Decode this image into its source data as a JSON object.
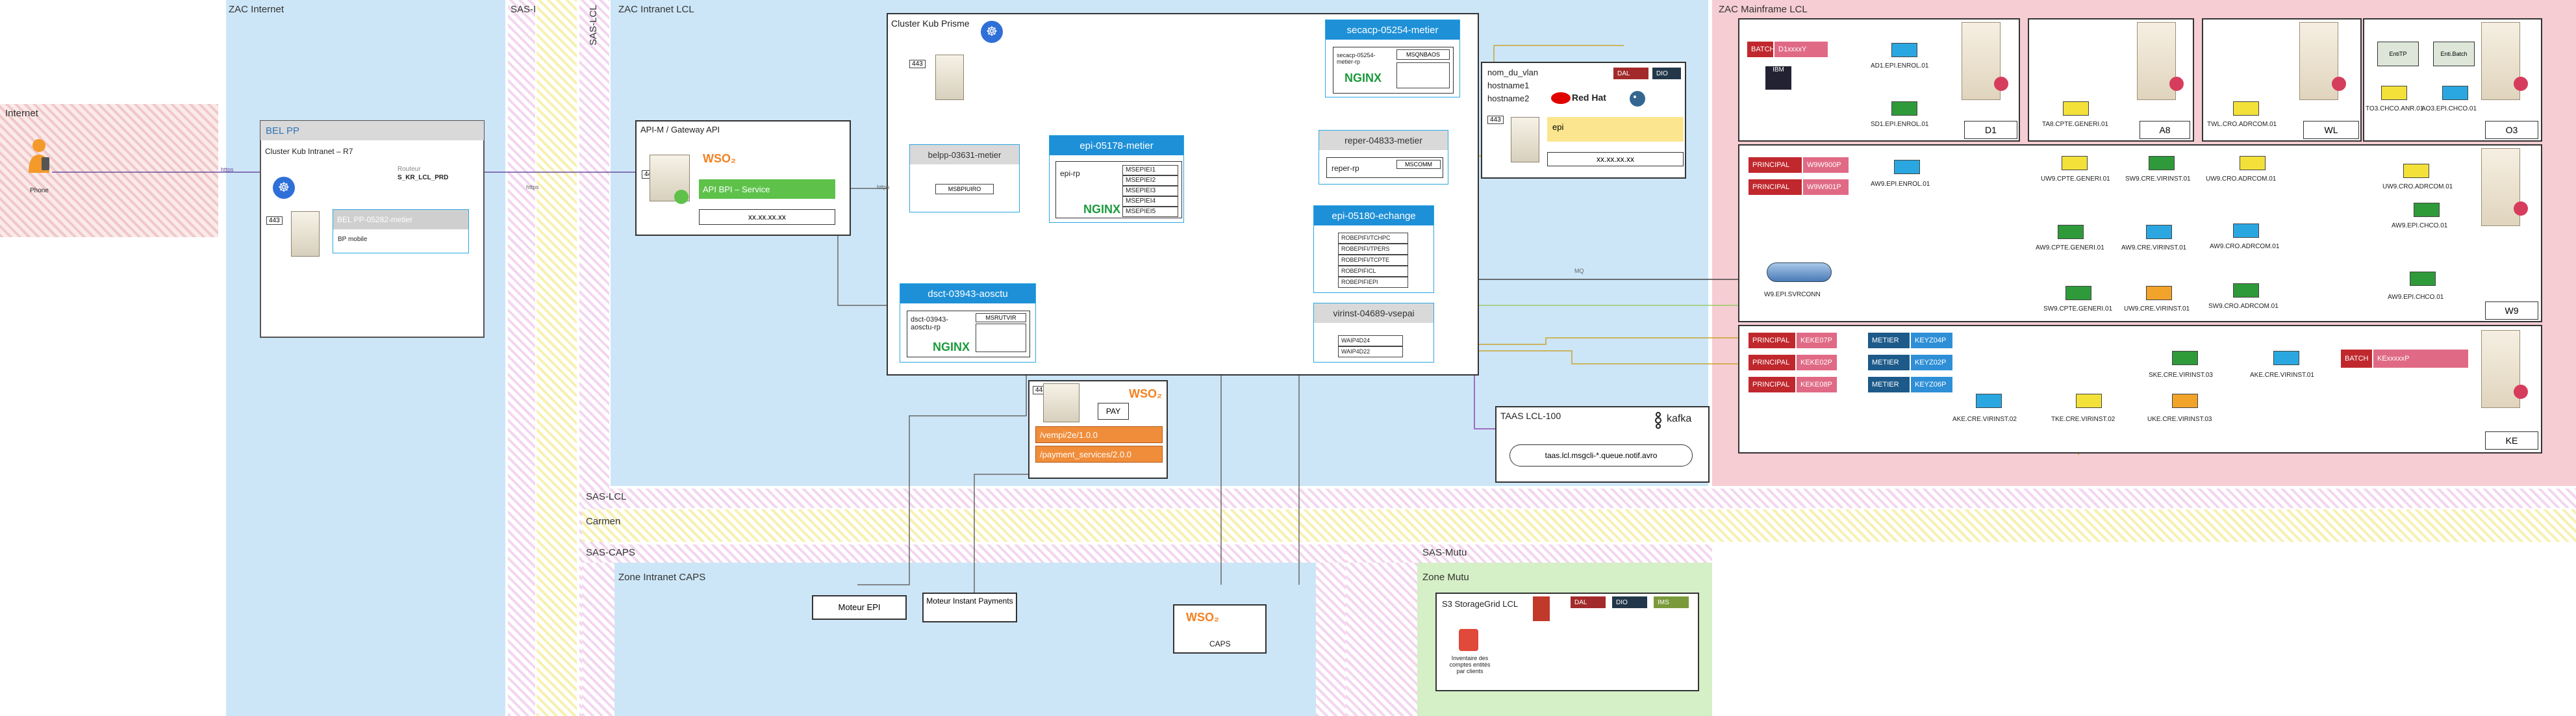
{
  "zones": {
    "internet": "Internet",
    "zac_internet": "ZAC Internet",
    "sas_i": "SAS-I",
    "sas_lcl_vertical": "SAS-LCL",
    "zac_intranet_lcl": "ZAC Intranet LCL",
    "zac_mainframe": "ZAC Mainframe LCL",
    "sas_lcl_horizontal": "SAS-LCL",
    "carmen": "Carmen",
    "sas_caps": "SAS-CAPS",
    "zone_intranet_caps": "Zone Intranet CAPS",
    "sas_mutu": "SAS-Mutu",
    "zone_mutu": "Zone Mutu"
  },
  "phone": {
    "label": "Phone"
  },
  "belpp": {
    "header": "BEL PP",
    "cluster": "Cluster Kub Intranet – R7",
    "port": "443",
    "inner_header": "BEL PP-05282-metier",
    "inner_item": "BP mobile",
    "route_label": "Routeur",
    "route_value": "S_KR_LCL_PRD"
  },
  "apim": {
    "header": "API-M / Gateway API",
    "port": "443",
    "service": "API BPI – Service",
    "ip": "xx.xx.xx.xx"
  },
  "cluster_kub": {
    "header": "Cluster Kub Prisme",
    "port": "443"
  },
  "belpp_metier": {
    "header": "belpp-03631-metier",
    "item": "MSBPIUIRO"
  },
  "epi_metier": {
    "header": "epi-05178-metier",
    "rp": "epi-rp",
    "items": [
      "MSEPIEI1",
      "MSEPIEI2",
      "MSEPIEI3",
      "MSEPIEI4",
      "MSEPIEI5"
    ]
  },
  "secacp": {
    "header": "secacp-05254-metier",
    "rp": "secacp-05254-metier-rp",
    "item": "MSQNBAOS"
  },
  "reper": {
    "header": "reper-04833-metier",
    "rp": "reper-rp",
    "item": "MSCOMM"
  },
  "epi_echange": {
    "header": "epi-05180-echange",
    "items": [
      "ROBEPIFI/TCHPC",
      "ROBEPIFI/TPERS",
      "ROBEPIFI/TCPTE",
      "ROBEPIFICL",
      "ROBEPIFIEPI"
    ]
  },
  "virinst": {
    "header": "virinst-04689-vsepai",
    "items": [
      "WAIP4D24",
      "WAIP4D22"
    ]
  },
  "dsct": {
    "header": "dsct-03943-aosctu",
    "rp": "dsct-03943-aosctu-rp",
    "item": "MSRUTVIR"
  },
  "vlan": {
    "title": "nom_du_vlan",
    "host1": "hostname1",
    "host2": "hostname2",
    "redhat": "Red Hat",
    "dal": "DAL",
    "dio": "DIO",
    "port": "443",
    "epi": "epi",
    "ip": "xx.xx.xx.xx"
  },
  "wso2_pay": {
    "port": "443",
    "pay": "PAY",
    "api1": "/vempi/2e/1.0.0",
    "api2": "/payment_services/2.0.0"
  },
  "taas": {
    "title": "TAAS LCL-100",
    "kafka": "kafka",
    "topic": "taas.lcl.msgcli-*.queue.notif.avro"
  },
  "moteur_epi": "Moteur EPI",
  "moteur_ip": "Moteur Instant Payments",
  "caps": "CAPS",
  "s3": {
    "title": "S3 StorageGrid LCL",
    "dal": "DAL",
    "dio": "DIO",
    "ims": "IMS",
    "caption": "Inventaire des comptes entités par clients"
  },
  "mainframe": {
    "d1": {
      "label": "D1",
      "batch": "BATCH",
      "batch_name": "D1xxxxY",
      "queues": [
        "AD1.EPI.ENROL.01",
        "SD1.EPI.ENROL.01"
      ]
    },
    "a8": {
      "label": "A8",
      "queues": [
        "TA8.CPTE.GENERI.01"
      ]
    },
    "wl": {
      "label": "WL",
      "queues": [
        "TWL.CRO.ADRCOM.01"
      ]
    },
    "o3": {
      "label": "O3",
      "small1": "EntiTP",
      "small2": "Enti.Batch",
      "queues": [
        "TO3.CHCO.ANR.01",
        "AO3.EPI.CHCO.01"
      ]
    },
    "w9": {
      "label": "W9",
      "principal": "PRINCIPAL",
      "p1": "W9W900P",
      "p2": "W9W901P",
      "svrconn": "W9.EPI.SVRCONN",
      "queues": [
        "AW9.EPI.ENROL.01",
        "UW9.CPTE.GENERI.01",
        "SW9.CRE.VIRINST.01",
        "UW9.CRO.ADRCOM.01",
        "UW9.CRO.ADRCOM.01",
        "AW9.EPI.CHCO.01",
        "AW9.CPTE.GENERI.01",
        "AW9.CRE.VIRINST.01",
        "AW9.CRO.ADRCOM.01",
        "SW9.CPTE.GENERI.01",
        "UW9.CRE.VIRINST.01",
        "SW9.CRO.ADRCOM.01",
        "AW9.EPI.CHCO.01"
      ]
    },
    "ke": {
      "label": "KE",
      "principal": "PRINCIPAL",
      "metier": "METIER",
      "p": [
        "KEKE07P",
        "KEKE02P",
        "KEKE08P"
      ],
      "m": [
        "KEYZ04P",
        "KEYZ02P",
        "KEYZ06P"
      ],
      "batch": "BATCH",
      "batch_name": "KExxxxxP",
      "queues": [
        "AKE.CRE.VIRINST.02",
        "TKE.CRE.VIRINST.02",
        "UKE.CRE.VIRINST.03",
        "SKE.CRE.VIRINST.03",
        "AKE.CRE.VIRINST.01"
      ]
    }
  },
  "link_labels": {
    "https": "https",
    "mq": "MQ"
  }
}
